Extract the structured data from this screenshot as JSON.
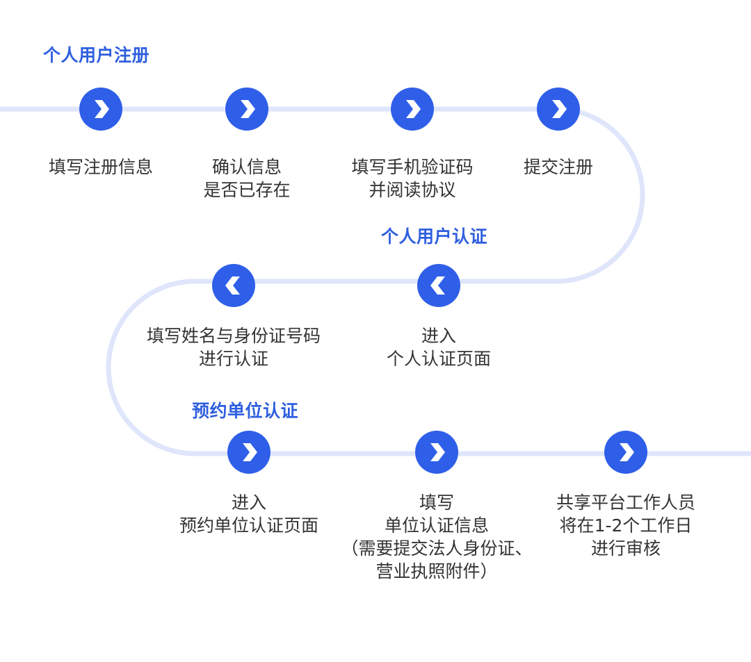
{
  "sections": [
    {
      "title": "个人用户注册"
    },
    {
      "title": "个人用户认证"
    },
    {
      "title": "预约单位认证"
    }
  ],
  "steps": [
    {
      "lines": [
        "填写注册信息"
      ],
      "arrow": "right"
    },
    {
      "lines": [
        "确认信息",
        "是否已存在"
      ],
      "arrow": "right"
    },
    {
      "lines": [
        "填写手机验证码",
        "并阅读协议"
      ],
      "arrow": "right"
    },
    {
      "lines": [
        "提交注册"
      ],
      "arrow": "right"
    },
    {
      "lines": [
        "进入",
        "个人认证页面"
      ],
      "arrow": "left"
    },
    {
      "lines": [
        "填写姓名与身份证号码",
        "进行认证"
      ],
      "arrow": "left"
    },
    {
      "lines": [
        "进入",
        "预约单位认证页面"
      ],
      "arrow": "right"
    },
    {
      "lines": [
        "填写",
        "单位认证信息",
        "（需要提交法人身份证、",
        "营业执照附件）"
      ],
      "arrow": "right"
    },
    {
      "lines": [
        "共享平台工作人员",
        "将在1-2个工作日",
        "进行审核"
      ],
      "arrow": "right"
    }
  ],
  "colors": {
    "accent": "#2f5fe8",
    "title": "#2f5fdf",
    "path": "#dfe6fb",
    "text": "#333333"
  },
  "icons": {
    "right": "chevron-right-icon",
    "left": "chevron-left-icon"
  }
}
